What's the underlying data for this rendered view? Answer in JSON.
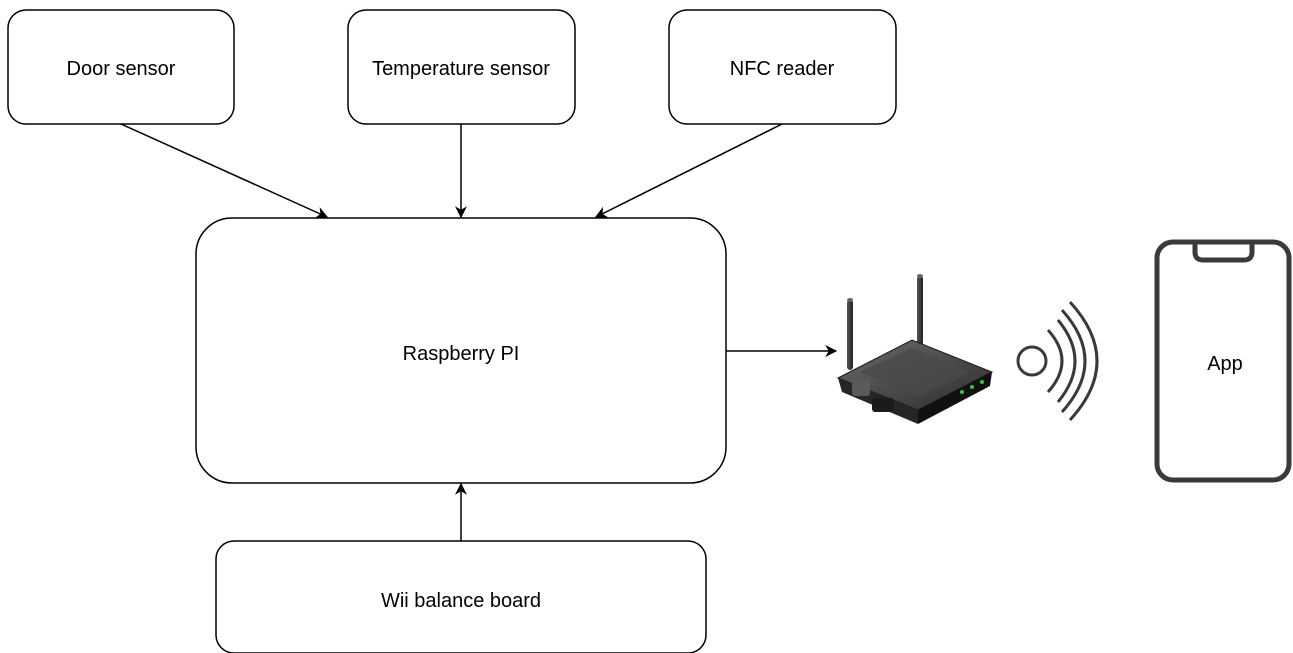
{
  "nodes": {
    "door_sensor": "Door sensor",
    "temperature_sensor": "Temperature sensor",
    "nfc_reader": "NFC reader",
    "raspberry_pi": "Raspberry PI",
    "wii_balance_board": "Wii balance board",
    "app": "App"
  },
  "icons": {
    "router": "wifi-router-icon",
    "wireless": "wireless-signal-icon",
    "phone": "smartphone-icon"
  },
  "colors": {
    "stroke": "#000000",
    "device_dark": "#2a2a2a",
    "phone_outline": "#3a3a3a",
    "led": "#3fbf3f"
  }
}
